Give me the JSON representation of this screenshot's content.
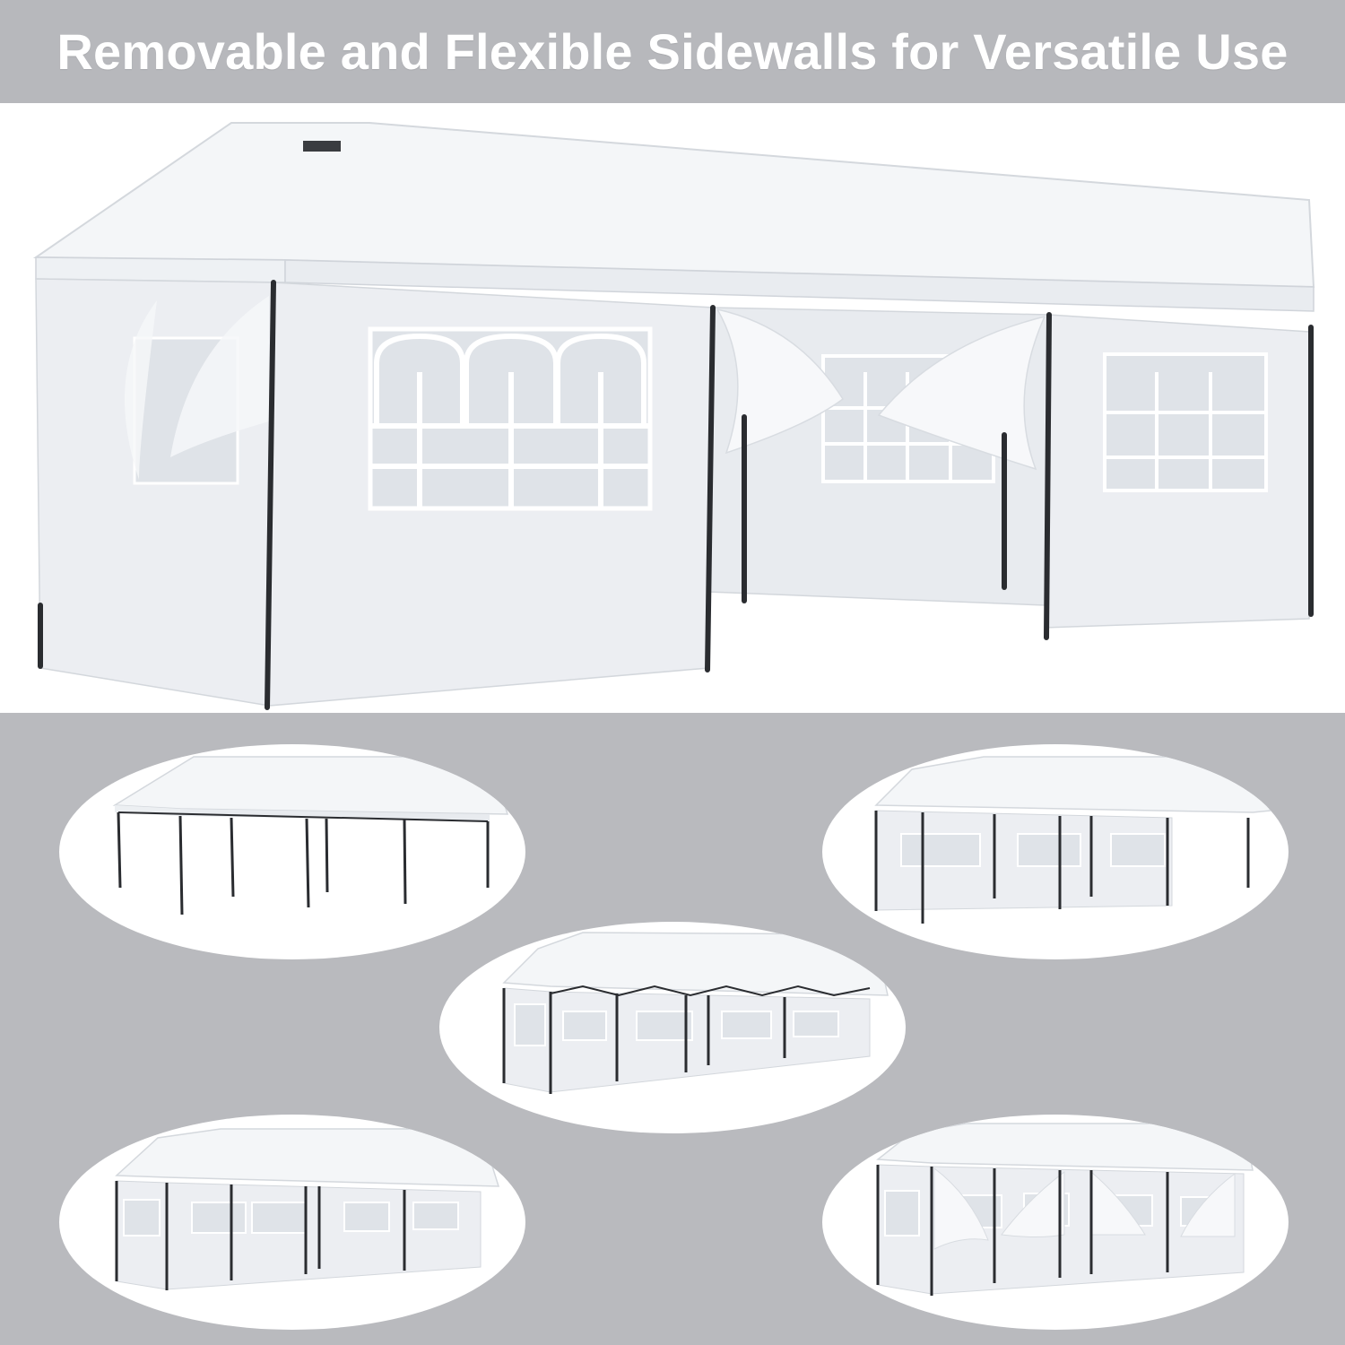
{
  "banner": {
    "title": "Removable and Flexible Sidewalls for Versatile Use"
  },
  "colors": {
    "banner_bg": "#b7b8bc",
    "page_bg": "#b9babe",
    "canopy": "#f4f6f8",
    "sidewall": "#eceef2",
    "frame": "#2a2c30",
    "window": "#dfe3e8"
  },
  "views": [
    {
      "id": "frame-only"
    },
    {
      "id": "back-wall-windows"
    },
    {
      "id": "side-walls-windows"
    },
    {
      "id": "all-walls-windows"
    },
    {
      "id": "open-curtain-walls"
    }
  ]
}
